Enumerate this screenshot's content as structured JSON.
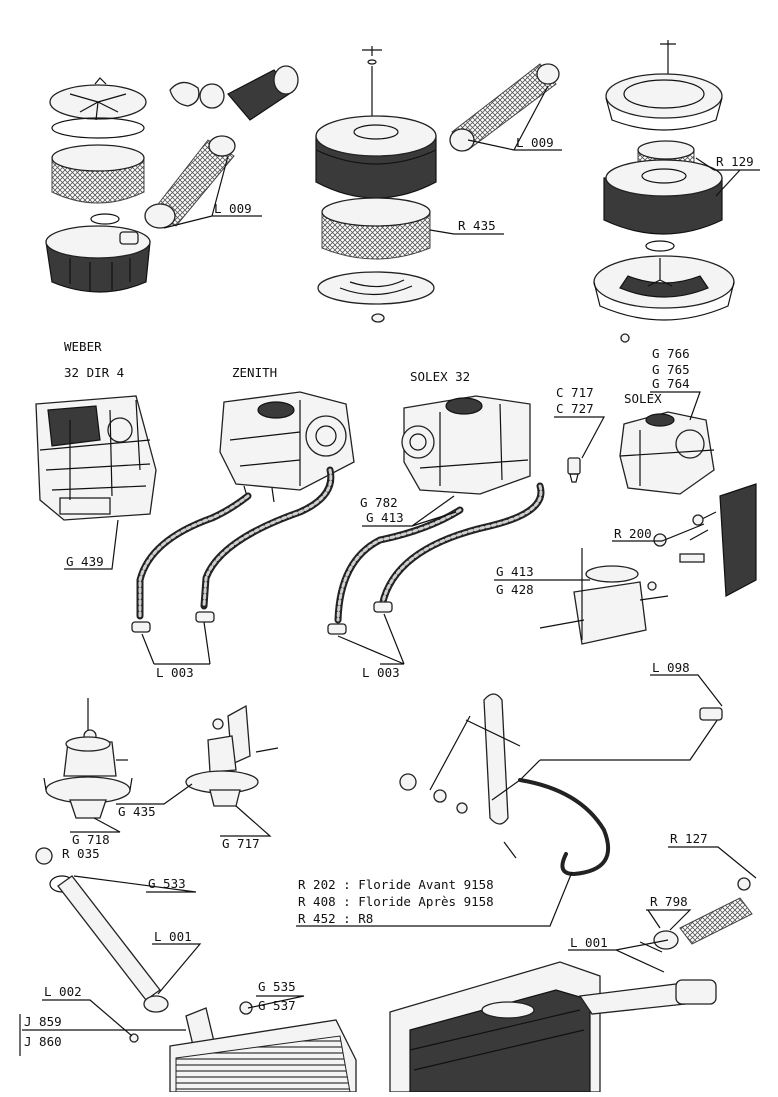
{
  "labels": {
    "L009a": "L 009",
    "L009b": "L 009",
    "R435": "R 435",
    "R129": "R 129",
    "weber": "WEBER",
    "dir4": "32 DIR 4",
    "zenith": "ZENITH",
    "solex32": "SOLEX 32",
    "C717": "C 717",
    "C727": "C 727",
    "G766": "G 766",
    "G765": "G 765",
    "G764": "G 764",
    "solex": "SOLEX",
    "G439": "G 439",
    "G782": "G 782",
    "G413a": "G 413",
    "R200": "R 200",
    "G413b": "G 413",
    "G428": "G 428",
    "L003a": "L 003",
    "L003b": "L 003",
    "L098": "L 098",
    "G435": "G 435",
    "G718": "G 718",
    "G717": "G 717",
    "R035": "R 035",
    "G533": "G 533",
    "R127": "R 127",
    "R798": "R 798",
    "L001a": "L 001",
    "L001b": "L 001",
    "G535": "G 535",
    "G537": "G 537",
    "L002": "L 002",
    "J859": "J 859",
    "J860": "J 860"
  },
  "legend": [
    "R 202 : Floride Avant 9158",
    "R 408 : Floride Après 9158",
    "R 452 : R8"
  ]
}
